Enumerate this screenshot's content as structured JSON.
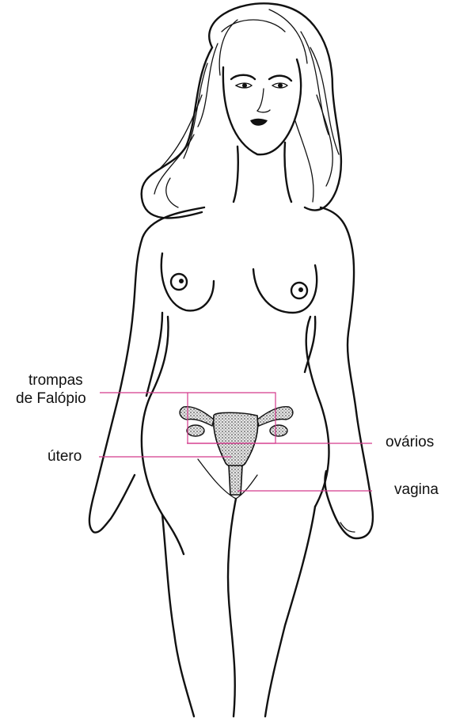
{
  "labels": {
    "fallopian_line1": "trompas",
    "fallopian_line2": "de Falópio",
    "ovaries": "ovários",
    "uterus": "útero",
    "vagina": "vagina"
  },
  "colors": {
    "leader_line": "#d43a8c",
    "organ_fill": "#b8b8b8",
    "ink": "#111111"
  }
}
